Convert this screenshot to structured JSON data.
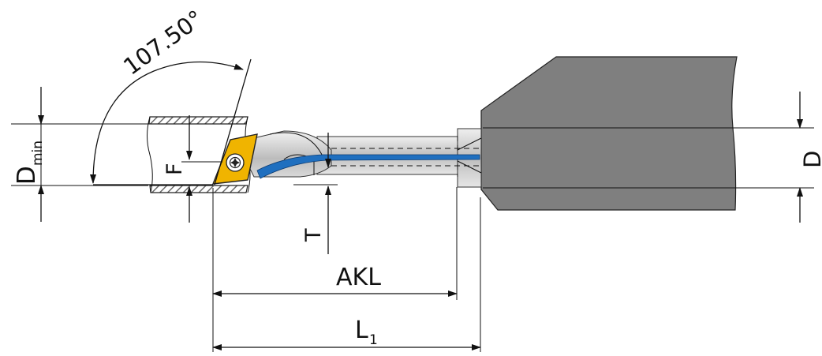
{
  "labels": {
    "angle": "107.50°",
    "d_min_main": "D",
    "d_min_sub": "min",
    "f": "F",
    "t": "T",
    "akl": "AKL",
    "l1_main": "L",
    "l1_sub": "1",
    "d": "D"
  },
  "colors": {
    "shank": "#7f7f7f",
    "insert": "#f0b400",
    "coolant": "#1f6fbf",
    "bar": "#d4d4d4",
    "hatch": "#707070"
  },
  "icons": {
    "screw": "torx-screw-icon"
  }
}
